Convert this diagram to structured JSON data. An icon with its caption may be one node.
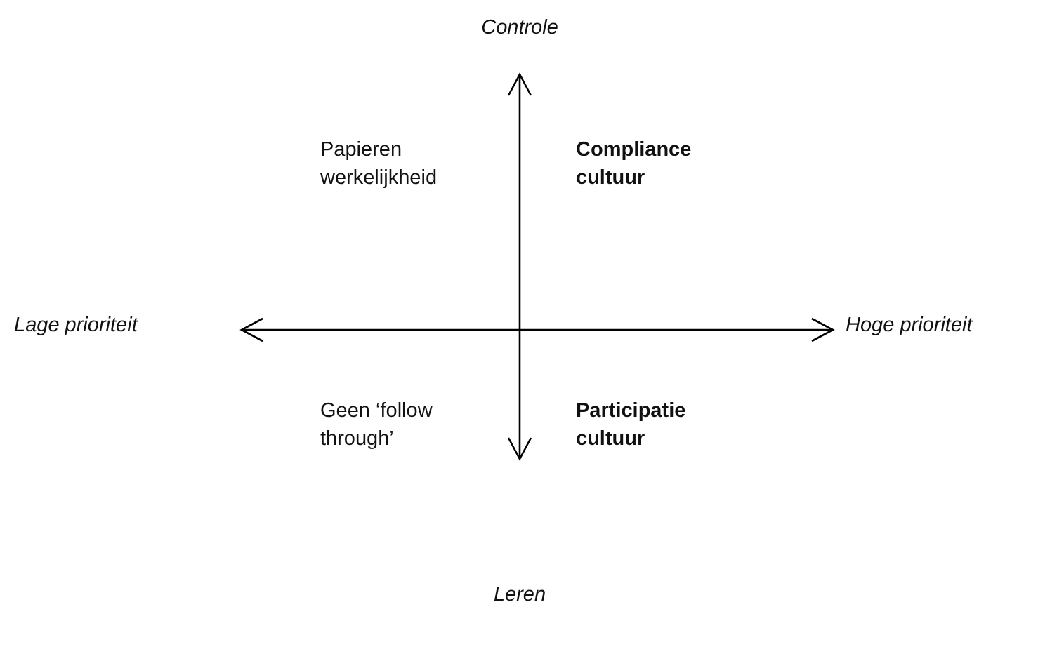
{
  "diagram": {
    "labels": [
      "Controle",
      "Papieren werkelijkheid",
      "Compliance cultuur",
      "Lage prioriteit",
      "Hoge prioriteit",
      "Geen ‘follow through’",
      "Participatie cultuur",
      "Leren"
    ]
  }
}
